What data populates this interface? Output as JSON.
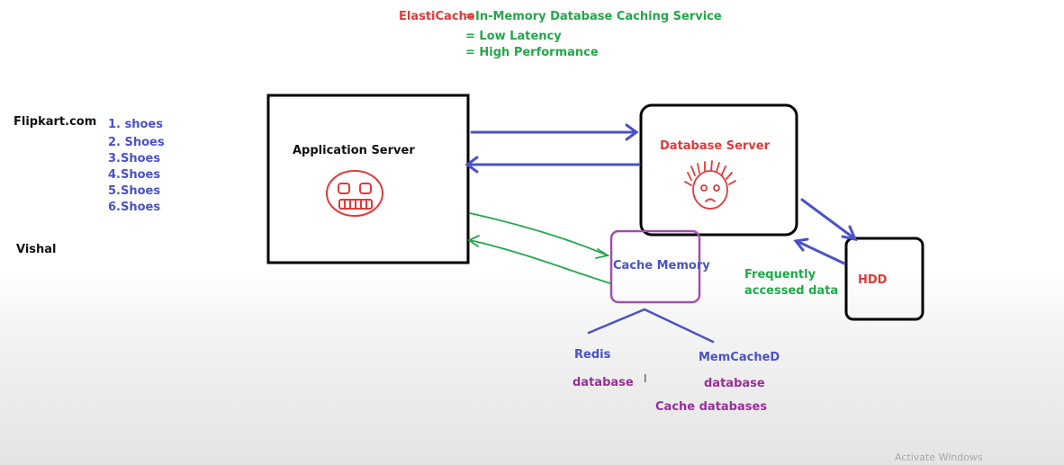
{
  "title": {
    "elasticache": "ElastiCache",
    "eq": "=",
    "definition": "In-Memory Database Caching Service",
    "line2": "= Low Latency",
    "line3": "= High Performance"
  },
  "left": {
    "site": "Flipkart.com",
    "user": "Vishal",
    "list": [
      "1. shoes",
      "2. Shoes",
      "3.Shoes",
      "4.Shoes",
      "5.Shoes",
      "6.Shoes"
    ]
  },
  "nodes": {
    "app_server": "Application Server",
    "db_server": "Database Server",
    "cache": "Cache Memory",
    "hdd": "HDD"
  },
  "annotations": {
    "frequent_1": "Frequently",
    "frequent_2": "accessed data",
    "redis": "Redis",
    "redis_db": "database",
    "memcached": "MemCacheD",
    "memcached_db": "database",
    "cache_dbs": "Cache databases",
    "cursor": "I"
  },
  "watermark": "Activate Windows",
  "colors": {
    "red": "#e03a3a",
    "green": "#22a84a",
    "blue": "#4a52c8",
    "purple": "#9a2f9a",
    "cache_border": "#a050b0"
  }
}
